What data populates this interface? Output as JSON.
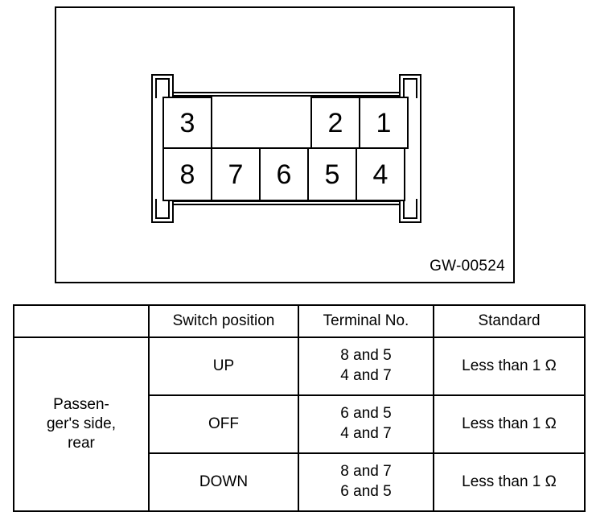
{
  "figure": {
    "caption": "GW-00524",
    "connector": {
      "name": "power-window-switch-connector",
      "top_row": [
        {
          "type": "pin",
          "label": "3"
        },
        {
          "type": "gap",
          "label": ""
        },
        {
          "type": "pin",
          "label": "2"
        },
        {
          "type": "pin",
          "label": "1"
        }
      ],
      "bottom_row": [
        {
          "type": "pin",
          "label": "8"
        },
        {
          "type": "pin",
          "label": "7"
        },
        {
          "type": "pin",
          "label": "6"
        },
        {
          "type": "pin",
          "label": "5"
        },
        {
          "type": "pin",
          "label": "4"
        }
      ]
    }
  },
  "table": {
    "headers": [
      "",
      "Switch position",
      "Terminal No.",
      "Standard"
    ],
    "scope_label": {
      "line1": "Passen-",
      "line2": "ger's side,",
      "line3": "rear"
    },
    "rows": [
      {
        "switch_position": "UP",
        "terminal_line1": "8 and 5",
        "terminal_line2": "4 and 7",
        "standard": "Less than 1 Ω"
      },
      {
        "switch_position": "OFF",
        "terminal_line1": "6 and 5",
        "terminal_line2": "4 and 7",
        "standard": "Less than 1 Ω"
      },
      {
        "switch_position": "DOWN",
        "terminal_line1": "8 and 7",
        "terminal_line2": "6 and 5",
        "standard": "Less than 1 Ω"
      }
    ]
  },
  "colors": {
    "line": "#000000",
    "background": "#ffffff"
  }
}
